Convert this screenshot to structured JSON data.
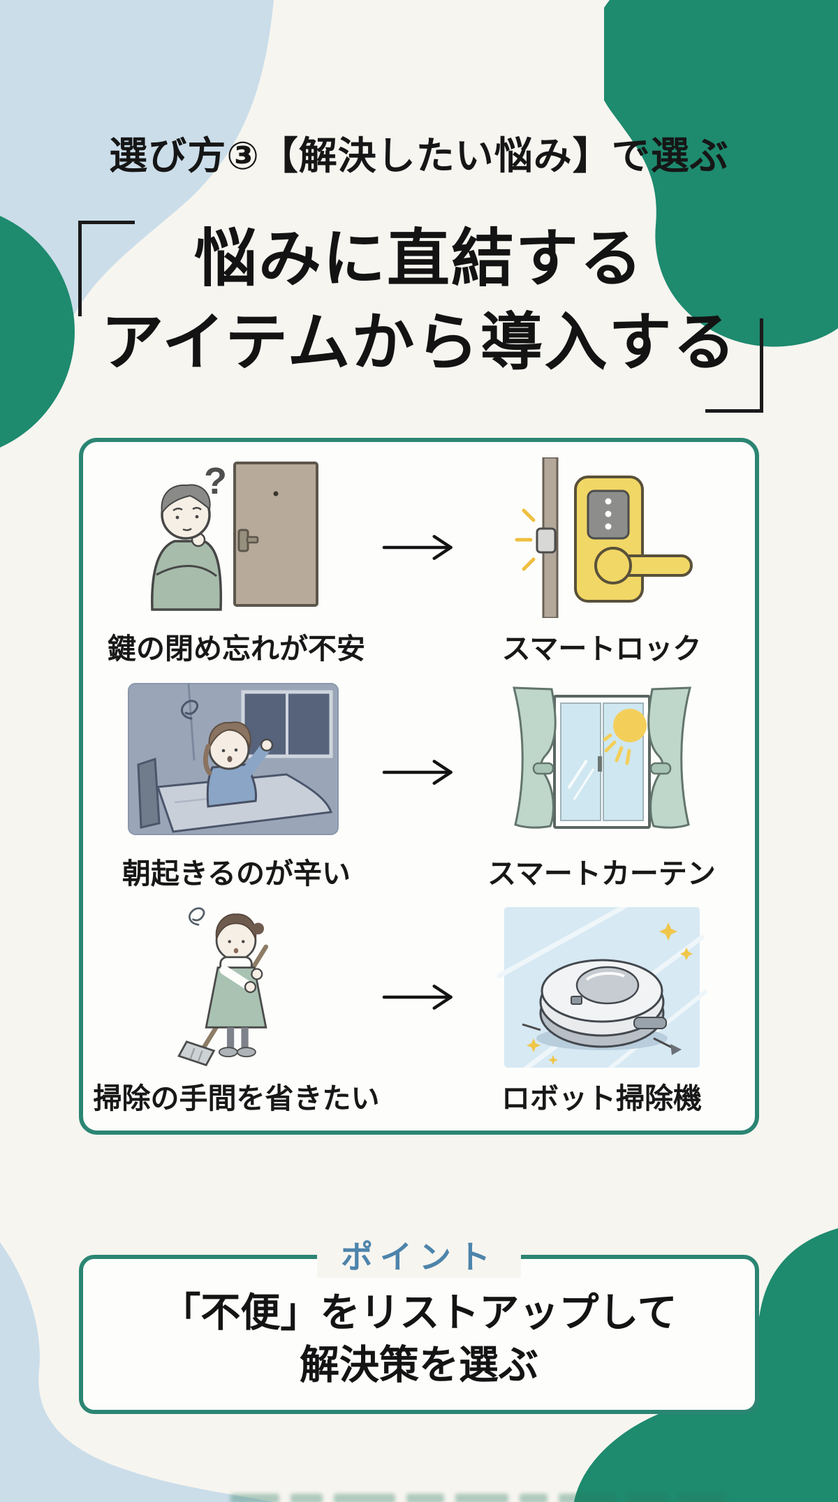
{
  "header": {
    "title": "選び方③【解決したい悩み】で選ぶ"
  },
  "heading": {
    "line1": "悩みに直結する",
    "line2": "アイテムから導入する"
  },
  "comparison": {
    "rows": [
      {
        "problem": "鍵の閉め忘れが不安",
        "solution": "スマートロック",
        "problem_icon": "worried-person-at-door-illustration",
        "solution_icon": "smart-lock-illustration"
      },
      {
        "problem": "朝起きるのが辛い",
        "solution": "スマートカーテン",
        "problem_icon": "struggling-to-wake-up-illustration",
        "solution_icon": "smart-curtain-window-illustration"
      },
      {
        "problem": "掃除の手間を省きたい",
        "solution": "ロボット掃除機",
        "problem_icon": "sweeping-woman-illustration",
        "solution_icon": "robot-vacuum-illustration"
      }
    ],
    "arrow_icon": "right-arrow"
  },
  "point": {
    "label": "ポイント",
    "line1": "「不便」をリストアップして",
    "line2": "解決策を選ぶ"
  },
  "icons": {
    "question_mark": "?"
  },
  "colors": {
    "background": "#f7f5f0",
    "accent_green": "#1e8a6e",
    "light_blue": "#cbdde9",
    "box_border_teal": "#2b8573",
    "point_label_blue": "#4d84ab",
    "text_black": "#161616",
    "lock_yellow": "#f1d765"
  }
}
